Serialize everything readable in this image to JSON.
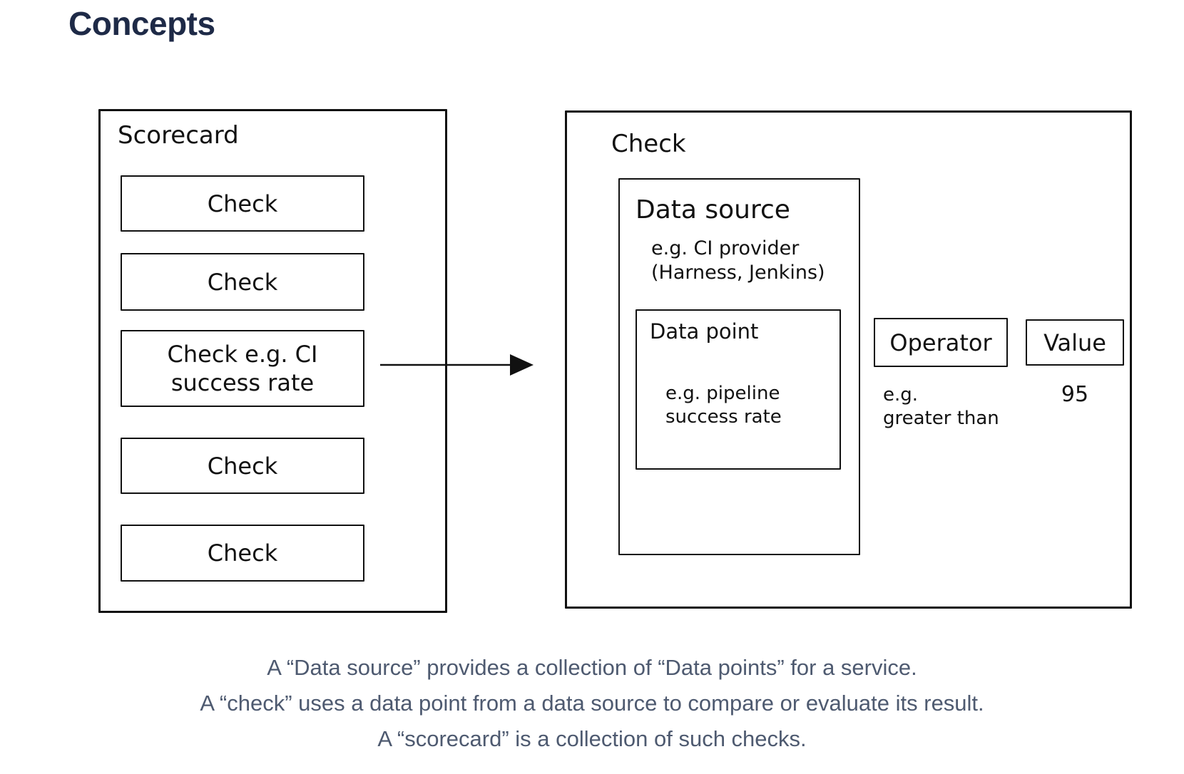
{
  "title": "Concepts",
  "diagram": {
    "scorecard": {
      "label": "Scorecard",
      "checks": [
        {
          "label": "Check"
        },
        {
          "label": "Check"
        },
        {
          "label": "Check e.g. CI\nsuccess rate"
        },
        {
          "label": "Check"
        },
        {
          "label": "Check"
        }
      ]
    },
    "check_detail": {
      "label": "Check",
      "data_source": {
        "label": "Data source",
        "example": "e.g. CI provider\n(Harness, Jenkins)",
        "data_point": {
          "label": "Data point",
          "example": "e.g. pipeline\nsuccess rate"
        }
      },
      "operator": {
        "label": "Operator",
        "example": "e.g.\ngreater than"
      },
      "value": {
        "label": "Value",
        "example": "95"
      }
    }
  },
  "caption": {
    "lines": [
      "A “Data source” provides a collection of “Data points” for a service.",
      "A “check” uses a data point from a data source to compare or evaluate its result.",
      "A “scorecard” is a collection of such checks."
    ]
  },
  "colors": {
    "title_text": "#1e2a47",
    "caption_text": "#4e5a70",
    "diagram_stroke": "#111111",
    "background": "#ffffff"
  }
}
